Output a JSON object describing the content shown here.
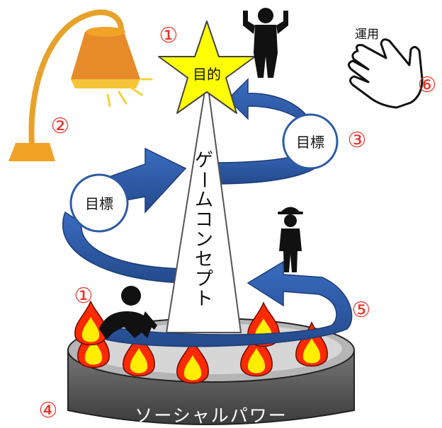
{
  "goal_label": "目的",
  "concept_label": "ゲームコンセプト",
  "target_upper": "目標",
  "target_lower": "目標",
  "operation_label": "運用",
  "social_power_label": "ソーシャルパワー",
  "markers": {
    "goal": "①",
    "lamp": "②",
    "upper_target": "③",
    "stove": "④",
    "spiral": "⑤",
    "hand": "⑥",
    "baby": "①"
  },
  "colors": {
    "star": "#ffff00",
    "arrow": "#2e5aa6",
    "marker": "#e8322a",
    "pot": "#555555",
    "flame_outer": "#ff2a00",
    "flame_inner": "#ffee00",
    "lamp_body": "#f0a326"
  }
}
